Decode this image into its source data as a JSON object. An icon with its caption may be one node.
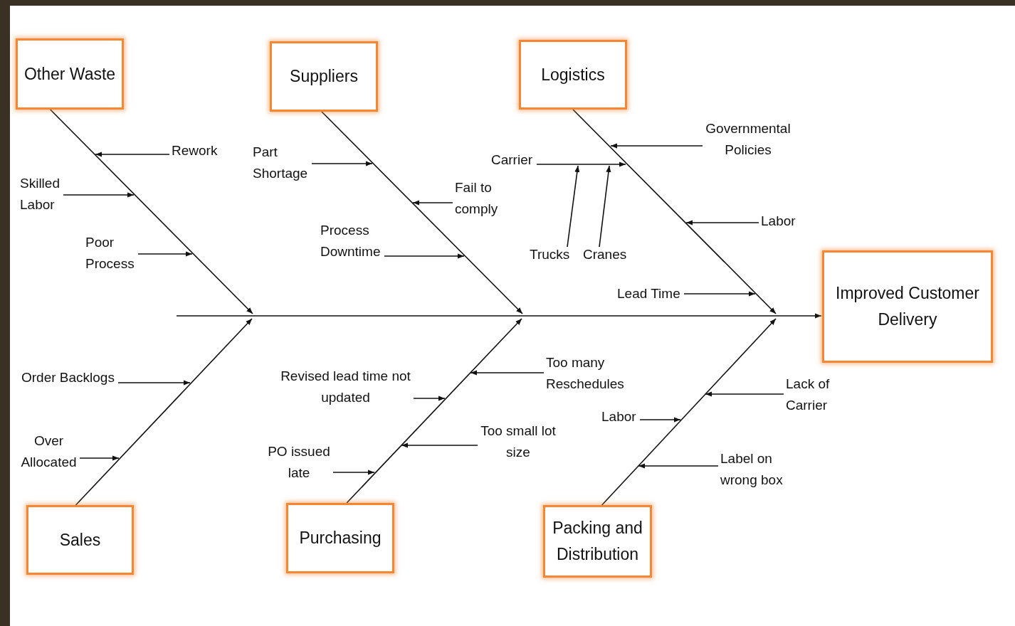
{
  "diagram": {
    "nodes": [
      {
        "text": [
          "Other Waste"
        ]
      },
      {
        "text": [
          "Suppliers"
        ]
      },
      {
        "text": [
          "Logistics"
        ]
      },
      {
        "text": [
          "Rework"
        ]
      },
      {
        "text": [
          "Part Shortage"
        ]
      },
      {
        "text": [
          "Carrier"
        ]
      },
      {
        "text": [
          "Governmental Policies"
        ]
      },
      {
        "text": [
          "Skilled Labor"
        ]
      },
      {
        "text": [
          "Fail to comply"
        ]
      },
      {
        "text": [
          "Poor Process"
        ]
      },
      {
        "text": [
          "Labor"
        ]
      },
      {
        "text": [
          "Process Downtime"
        ]
      },
      {
        "text": [
          "Trucks"
        ]
      },
      {
        "text": [
          "Cranes"
        ]
      },
      {
        "text": [
          "Improved Customer Delivery"
        ]
      },
      {
        "text": [
          "Lead Time"
        ]
      },
      {
        "text": [
          "Order Backlogs"
        ]
      },
      {
        "text": [
          "Revised lead time not updated"
        ]
      },
      {
        "text": [
          "Too many Reschedules"
        ]
      },
      {
        "text": [
          "Lack of Carrier"
        ]
      },
      {
        "text": [
          "Too small lot size"
        ]
      },
      {
        "text": [
          "Labor"
        ]
      },
      {
        "text": [
          "Over Allocated"
        ]
      },
      {
        "text": [
          "PO issued late"
        ]
      },
      {
        "text": [
          "Label on wrong box"
        ]
      },
      {
        "text": [
          "Sales"
        ]
      },
      {
        "text": [
          "Purchasing"
        ]
      },
      {
        "text": [
          "Packing and Distribution"
        ]
      }
    ],
    "edges": [
      {
        "from": 0,
        "to": null,
        "arrow": "to"
      },
      {
        "from": 1,
        "to": null,
        "arrow": "to"
      },
      {
        "from": 2,
        "to": null,
        "arrow": "to"
      },
      {
        "from": 25,
        "to": null,
        "arrow": "to"
      },
      {
        "from": 26,
        "to": null,
        "arrow": "to"
      },
      {
        "from": 27,
        "to": null,
        "arrow": "to"
      },
      {
        "from": null,
        "to": 14,
        "arrow": "to"
      },
      {
        "from": 3,
        "to": null,
        "arrow": "to"
      },
      {
        "from": 4,
        "to": null,
        "arrow": "to"
      },
      {
        "from": 5,
        "to": null,
        "arrow": "to"
      },
      {
        "from": 6,
        "to": null,
        "arrow": "to"
      },
      {
        "from": 7,
        "to": null,
        "arrow": "to"
      },
      {
        "from": 8,
        "to": null,
        "arrow": "to"
      },
      {
        "from": 9,
        "to": null,
        "arrow": "to"
      },
      {
        "from": 10,
        "to": null,
        "arrow": "to"
      },
      {
        "from": 11,
        "to": null,
        "arrow": "to"
      },
      {
        "from": 12,
        "to": null,
        "arrow": "to"
      },
      {
        "from": 13,
        "to": null,
        "arrow": "to"
      },
      {
        "from": 15,
        "to": null,
        "arrow": "to"
      },
      {
        "from": 16,
        "to": null,
        "arrow": "to"
      },
      {
        "from": 17,
        "to": null,
        "arrow": "to"
      },
      {
        "from": 18,
        "to": null,
        "arrow": "to"
      },
      {
        "from": 19,
        "to": null,
        "arrow": "to"
      },
      {
        "from": 20,
        "to": null,
        "arrow": "to"
      },
      {
        "from": 21,
        "to": null,
        "arrow": "to"
      },
      {
        "from": 22,
        "to": null,
        "arrow": "to"
      },
      {
        "from": 23,
        "to": null,
        "arrow": "to"
      },
      {
        "from": 24,
        "to": null,
        "arrow": "to"
      }
    ]
  }
}
